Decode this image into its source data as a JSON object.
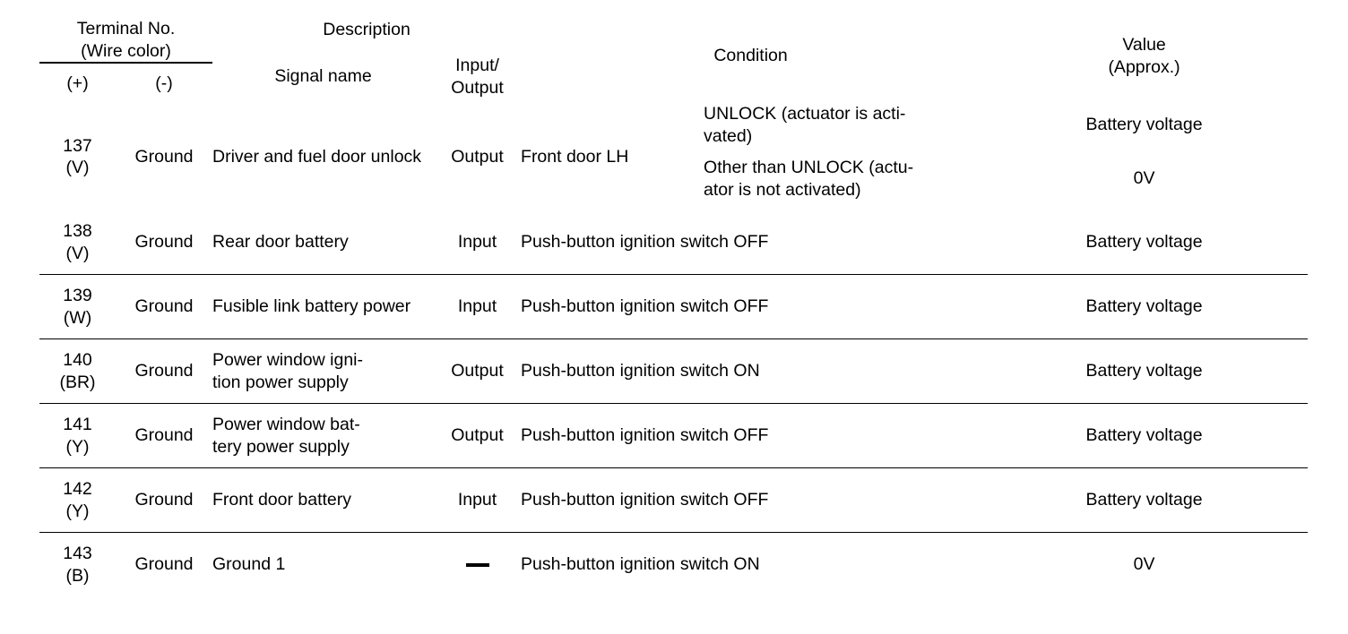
{
  "table": {
    "headers": {
      "terminal_no": "Terminal No.\n(Wire color)",
      "terminal_plus": "(+)",
      "terminal_minus": "(-)",
      "description": "Description",
      "signal_name": "Signal name",
      "input_output": "Input/\nOutput",
      "condition": "Condition",
      "value": "Value\n(Approx.)"
    },
    "rows": [
      {
        "terminal": "137\n(V)",
        "ground": "Ground",
        "signal_name": "Driver and fuel door unlock",
        "io": "Output",
        "condition_group": "Front door LH",
        "subrows": [
          {
            "condition": "UNLOCK (actuator is acti-\nvated)",
            "value": "Battery voltage"
          },
          {
            "condition": "Other than UNLOCK (actu-\nator is not activated)",
            "value": "0V"
          }
        ]
      },
      {
        "terminal": "138\n(V)",
        "ground": "Ground",
        "signal_name": "Rear door battery",
        "io": "Input",
        "condition": "Push-button ignition switch OFF",
        "value": "Battery voltage"
      },
      {
        "terminal": "139\n(W)",
        "ground": "Ground",
        "signal_name": "Fusible link battery power",
        "io": "Input",
        "condition": "Push-button ignition switch OFF",
        "value": "Battery voltage"
      },
      {
        "terminal": "140\n(BR)",
        "ground": "Ground",
        "signal_name": "Power window igni-\ntion power supply",
        "io": "Output",
        "condition": "Push-button ignition switch ON",
        "value": "Battery voltage"
      },
      {
        "terminal": "141\n(Y)",
        "ground": "Ground",
        "signal_name": "Power window bat-\ntery power supply",
        "io": "Output",
        "condition": "Push-button ignition switch OFF",
        "value": "Battery voltage"
      },
      {
        "terminal": "142\n(Y)",
        "ground": "Ground",
        "signal_name": "Front door battery",
        "io": "Input",
        "condition": "Push-button ignition switch OFF",
        "value": "Battery voltage"
      },
      {
        "terminal": "143\n(B)",
        "ground": "Ground",
        "signal_name": "Ground 1",
        "io": "—",
        "condition": "Push-button ignition switch ON",
        "value": "0V"
      }
    ]
  }
}
